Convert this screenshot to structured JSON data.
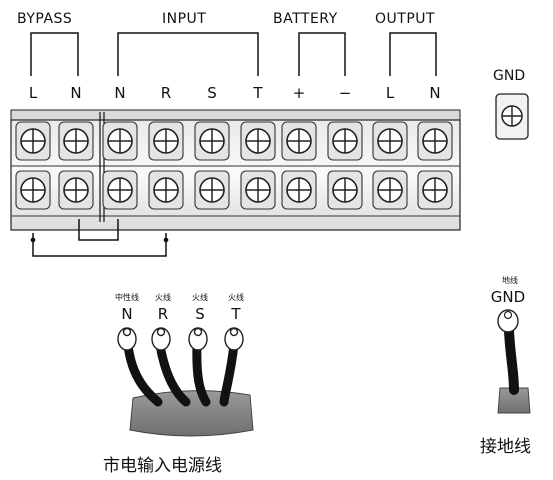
{
  "groups": {
    "bypass": "BYPASS",
    "input": "INPUT",
    "battery": "BATTERY",
    "output": "OUTPUT"
  },
  "terminals": [
    "L",
    "N",
    "N",
    "R",
    "S",
    "T",
    "+",
    "−",
    "L",
    "N"
  ],
  "gnd_top": "GND",
  "cable_wires": {
    "captions": [
      "中性线",
      "火线",
      "火线",
      "火线"
    ],
    "letters": [
      "N",
      "R",
      "S",
      "T"
    ]
  },
  "mains_caption": "市电输入电源线",
  "ground_wire": {
    "caption": "地线",
    "letter": "GND",
    "label": "接地线"
  },
  "colors": {
    "line": "#111111",
    "cable": "#8a8a8a",
    "block": "#f2f2f2"
  }
}
